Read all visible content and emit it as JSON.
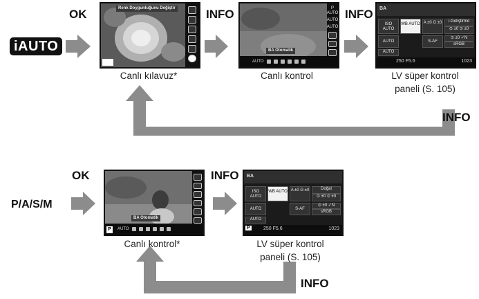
{
  "top_row": {
    "mode_label": "iAUTO",
    "ok_label": "OK",
    "info_label_1": "INFO",
    "info_label_2": "INFO",
    "return_info_label": "INFO",
    "captions": [
      "Canlı kılavuz*",
      "Canlı kontrol",
      "LV süper kontrol",
      "paneli (S. 105)"
    ],
    "screen1": {
      "banner": "Renk Doygunluğunu Değiştir",
      "sidebar": [
        "",
        "",
        "",
        "",
        "",
        ""
      ]
    },
    "screen2": {
      "banner": "BA Otomatik",
      "sidebar_txt": [
        "Р AUTO",
        "AUTO",
        "AUTO"
      ],
      "bottom_txt": "AUTO"
    },
    "panel": {
      "title": "BA",
      "cells": [
        "ISO AUTO",
        "WB AUTO",
        "A ±0 G ±0",
        "i-Geliştirme",
        "⊙ ±0 ⊙ ±0",
        "S-AF",
        "⊙ ±0 ✓N",
        "AUTO",
        "sRGB",
        "AUTO"
      ],
      "bottom": "250  F5.6",
      "count": "1023"
    }
  },
  "bottom_row": {
    "mode_label": "P/A/S/M",
    "ok_label": "OK",
    "info_label": "INFO",
    "return_info_label": "INFO",
    "captions": [
      "Canlı kontrol*",
      "LV süper kontrol",
      "paneli (S. 105)"
    ],
    "screen": {
      "banner": "BA Otomatik",
      "mode_box": "P",
      "bottom_txt": "AUTO"
    },
    "panel": {
      "title": "BA",
      "cells": [
        "ISO AUTO",
        "WB AUTO",
        "A ±0 G ±0",
        "Doğal",
        "⊙ ±0 ⊙ ±0",
        "S-AF",
        "⊙ ±0 ✓N",
        "AUTO",
        "sRGB",
        "AUTO"
      ],
      "bottom": "250  F5.6",
      "mode_box": "P",
      "count": "1023"
    }
  },
  "colors": {
    "arrow": "#8c8c8c",
    "screen_bg": "#222222",
    "accent": "#111111"
  }
}
